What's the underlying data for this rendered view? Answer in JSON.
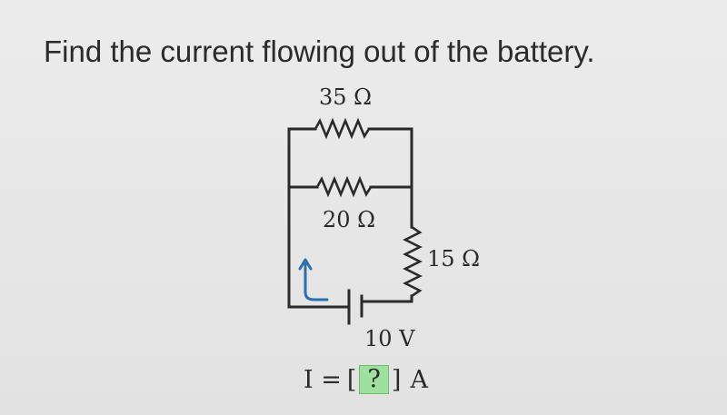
{
  "question": {
    "text": "Find the current flowing out of the battery."
  },
  "circuit": {
    "resistor_top_label": "35 Ω",
    "resistor_middle_label": "20 Ω",
    "resistor_right_label": "15 Ω",
    "battery_label": "10 V",
    "arrow_color": "#2a6fb0",
    "wire_color": "#2a2a2a"
  },
  "answer": {
    "prefix": "I =",
    "open_bracket": "[",
    "placeholder": "?",
    "close_bracket": "]",
    "unit": "A",
    "box_color": "#9fe09f"
  }
}
